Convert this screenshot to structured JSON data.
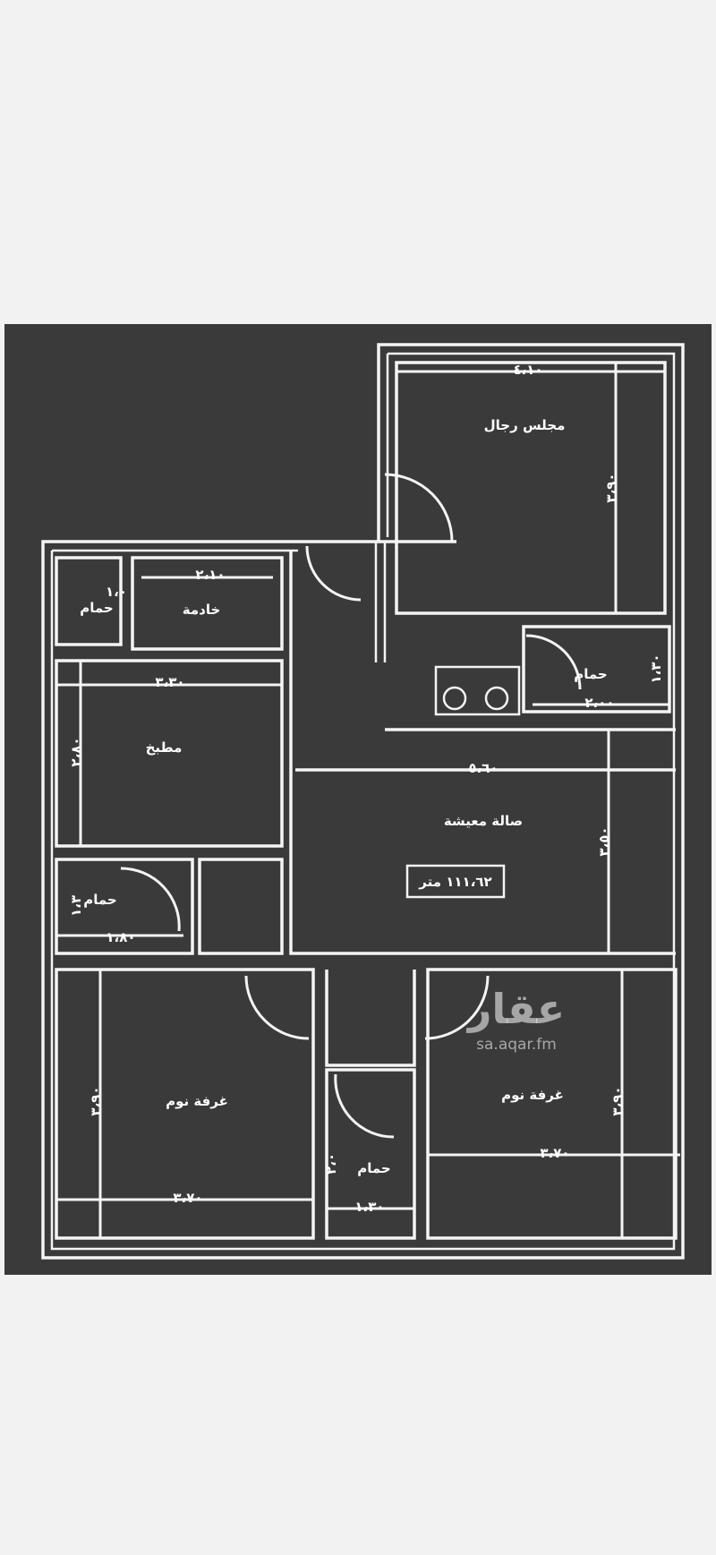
{
  "rooms": {
    "majlis": {
      "label": "مجلس رجال",
      "width": "٤،١٠",
      "depth": "٣،٩٠"
    },
    "maid": {
      "label": "خادمة",
      "width": "٢،١٠"
    },
    "maid_bath": {
      "label": "حمام",
      "dim": "١،٠"
    },
    "kitchen": {
      "label": "مطبخ",
      "width": "٣،٣٠",
      "depth": "٢،٨٠"
    },
    "bath_right": {
      "label": "حمام",
      "width": "٢،٠٠",
      "depth": "١،٣٠"
    },
    "living": {
      "label": "صالة معيشة",
      "width": "٥،٦٠",
      "depth": "٣،٥٠"
    },
    "area_box": {
      "label": "١١١،٦٢ متر"
    },
    "bath_left": {
      "label": "حمام",
      "width": "١،٨٠",
      "depth": "١،٣"
    },
    "bedroom_left": {
      "label": "غرفة نوم",
      "width": "٣،٧٠",
      "depth": "٣،٩٠"
    },
    "bedroom_right": {
      "label": "غرفة نوم",
      "width": "٣،٧٠",
      "depth": "٣،٩٠"
    },
    "bath_center": {
      "label": "حمام",
      "width": "١،٣٠",
      "depth": "٢،٠"
    }
  },
  "watermark": {
    "logo": "عقار",
    "site": "sa.aqar.fm"
  }
}
